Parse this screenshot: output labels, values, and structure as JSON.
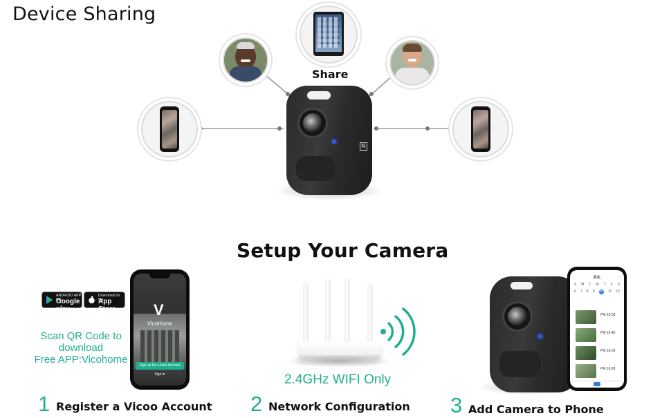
{
  "device_sharing": {
    "title": "Device Sharing",
    "share_label": "Share",
    "nodes": [
      {
        "name": "phone-left",
        "icon": "smartphone-icon"
      },
      {
        "name": "user-older-man",
        "icon": "avatar-older-man"
      },
      {
        "name": "tablet-top",
        "icon": "tablet-icon"
      },
      {
        "name": "user-young-man",
        "icon": "avatar-young-man"
      },
      {
        "name": "phone-right",
        "icon": "smartphone-icon"
      }
    ]
  },
  "setup": {
    "title": "Setup Your Camera",
    "store_badges": [
      {
        "small": "ANDROID APP ON",
        "big": "Google play"
      },
      {
        "small": "Download on the",
        "big": "App Store"
      }
    ],
    "scan_text": [
      "Scan QR Code to",
      "download",
      "Free APP:Vicohome"
    ],
    "app_name": "VicoHome",
    "signup_button": "Sign up for a New Account",
    "signin_text": "Sign in",
    "wifi_label": "2.4GHz WIFI Only",
    "calendar_month": "JUL",
    "events": [
      "PM 16:58",
      "PM 16:40",
      "PM 16:03",
      "PM 16:28"
    ],
    "steps": [
      {
        "number": "1",
        "label": "Register a Vicoo Account"
      },
      {
        "number": "2",
        "label": "Network Configuration"
      },
      {
        "number": "3",
        "label": "Add Camera to Phone"
      }
    ]
  },
  "colors": {
    "accent_green": "#1fae8f",
    "camera_body": "#2a2a2a",
    "led_blue": "#2f55ff"
  }
}
